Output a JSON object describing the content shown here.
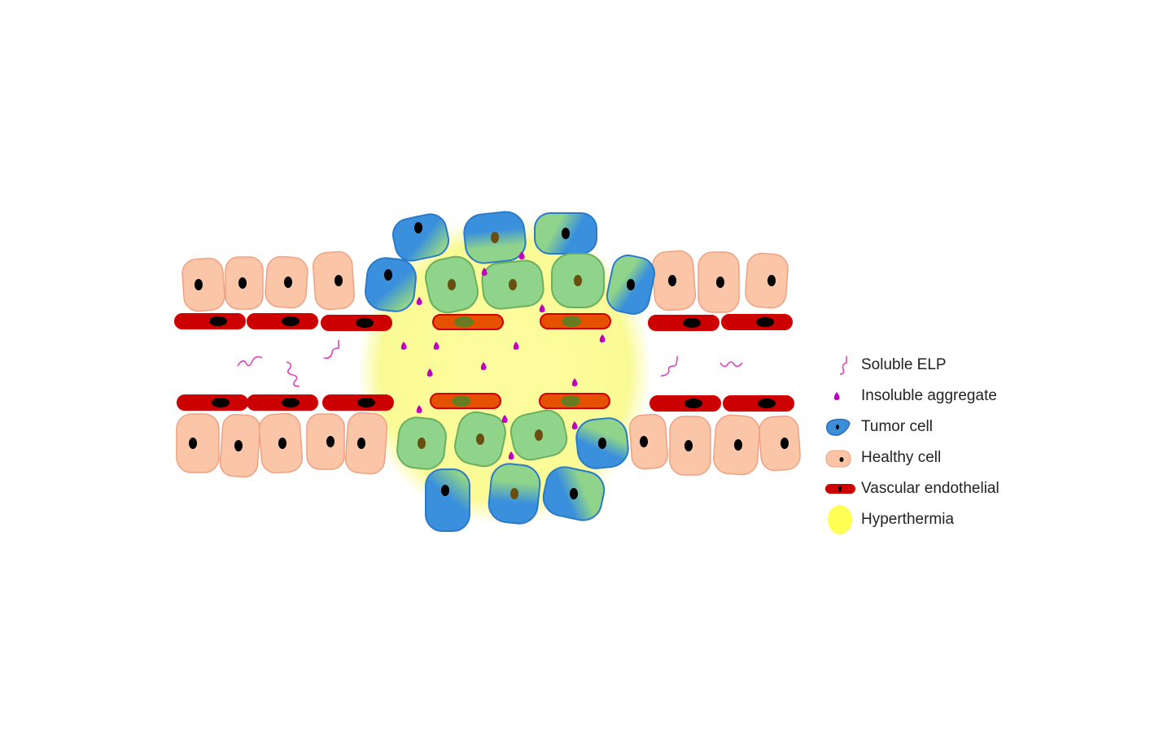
{
  "legend": [
    {
      "label": "Soluble ELP",
      "icon": "soluble-elp-icon",
      "color": "#e040c0"
    },
    {
      "label": "Insoluble aggregate",
      "icon": "aggregate-icon",
      "color": "#c000c0"
    },
    {
      "label": "Tumor cell",
      "icon": "tumor-cell-icon",
      "color": "#3a8fd8"
    },
    {
      "label": "Healthy cell",
      "icon": "healthy-cell-icon",
      "color": "#fbc4a4"
    },
    {
      "label": "Vascular endothelial",
      "icon": "vessel-icon",
      "color": "#cc0000"
    },
    {
      "label": "Hyperthermia",
      "icon": "hyperthermia-icon",
      "color": "#ffff55"
    }
  ],
  "colors": {
    "healthy_fill": "#fbc6a8",
    "healthy_stroke": "#f0a080",
    "tumor_blue": "#3a90dc",
    "tumor_green": "#8fd48a",
    "vessel_red": "#cc0000",
    "vessel_heated": "#e65100",
    "hyperthermia": "#fafa90",
    "aggregate": "#c000c0",
    "elp": "#e040c0"
  }
}
